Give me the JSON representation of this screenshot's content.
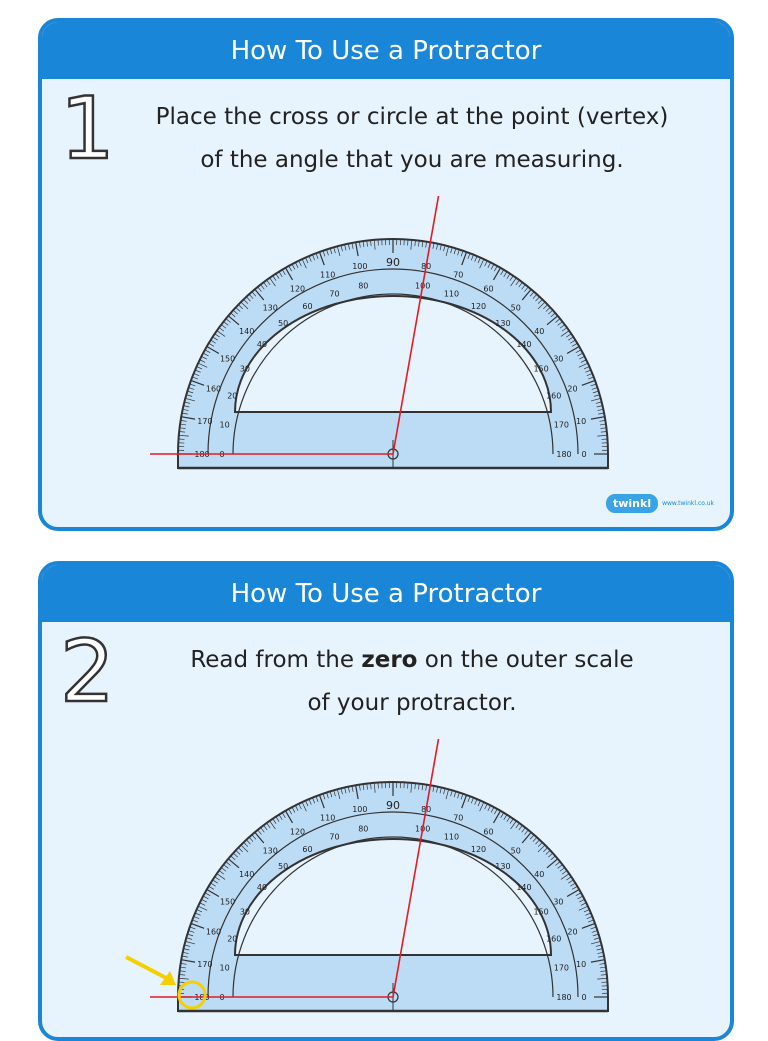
{
  "cards": [
    {
      "header": "How To Use a Protractor",
      "step_number": "1",
      "text_line1": "Place the cross or circle at the point (vertex)",
      "text_line2": "of the angle that you are measuring.",
      "logo_text": "twinkl",
      "logo_url": "www.twinkl.co.uk"
    },
    {
      "header": "How To Use a Protractor",
      "step_number": "2",
      "text_line1_before": "Read from the ",
      "text_line1_bold": "zero",
      "text_line1_after": " on the outer scale",
      "text_line2": "of your protractor."
    }
  ],
  "protractor": {
    "center_label": "90",
    "outer_labels": [
      "0",
      "10",
      "20",
      "30",
      "40",
      "50",
      "60",
      "70",
      "80",
      "90",
      "100",
      "110",
      "120",
      "130",
      "140",
      "150",
      "160",
      "170",
      "180"
    ],
    "inner_labels": [
      "180",
      "170",
      "160",
      "150",
      "140",
      "130",
      "120",
      "110",
      "100",
      "90",
      "80",
      "70",
      "60",
      "50",
      "40",
      "30",
      "20",
      "10",
      "0"
    ],
    "measured_angle_deg": 80
  },
  "colors": {
    "frame": "#1a86d8",
    "card_bg": "#e7f3fd",
    "protractor_fill": "#bcdcf6",
    "protractor_stroke": "#333333",
    "angle_line": "#e41b23",
    "highlight": "#f5d000"
  }
}
